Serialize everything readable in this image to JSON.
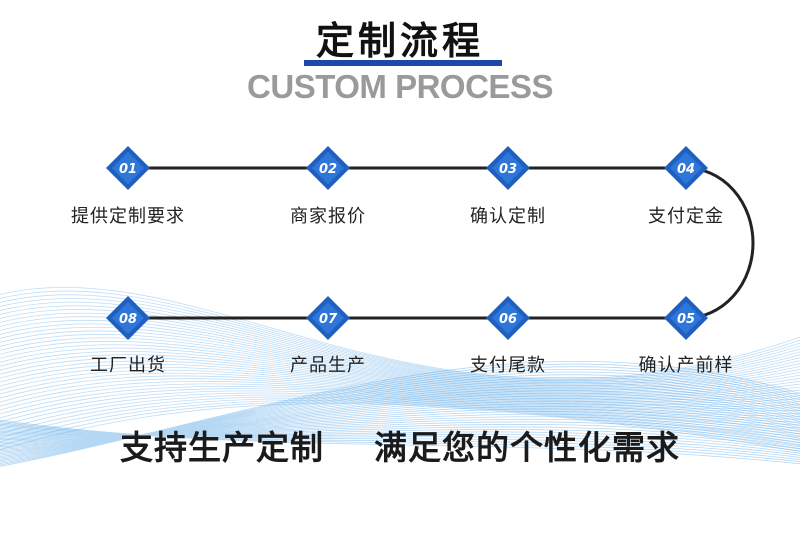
{
  "header": {
    "title": "定制流程",
    "subtitle": "CUSTOM PROCESS"
  },
  "colors": {
    "accent": "#1a4aa8",
    "node": "#1f5fc0",
    "line": "#222222",
    "wave": "#6fb3ea"
  },
  "steps": [
    {
      "number": "01",
      "label": "提供定制要求"
    },
    {
      "number": "02",
      "label": "商家报价"
    },
    {
      "number": "03",
      "label": "确认定制"
    },
    {
      "number": "04",
      "label": "支付定金"
    },
    {
      "number": "05",
      "label": "确认产前样"
    },
    {
      "number": "06",
      "label": "支付尾款"
    },
    {
      "number": "07",
      "label": "产品生产"
    },
    {
      "number": "08",
      "label": "工厂出货"
    }
  ],
  "slogan": "支持生产定制    满足您的个性化需求"
}
